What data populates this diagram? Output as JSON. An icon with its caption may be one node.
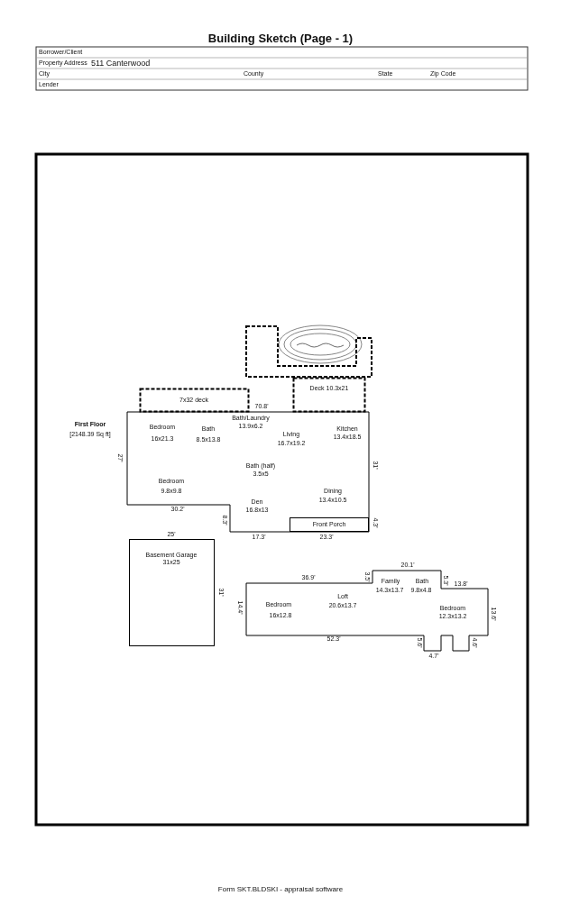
{
  "diagram": {
    "title": "Building Sketch (Page - 1)",
    "nodes": [
      {
        "text": [],
        "shape": "box"
      },
      {
        "text": [
          "7x32 deck"
        ]
      },
      {
        "text": [
          "Deck 10.3x21"
        ]
      },
      {
        "text": [
          "First Floor",
          "[2148.39 Sq ft]"
        ]
      },
      {
        "text": [
          "Front Porch"
        ],
        "in": 3
      },
      {
        "text": [
          "Basement Garage 31x25"
        ]
      },
      {
        "text": [],
        "shape": "box"
      }
    ],
    "edges": [],
    "labels": [
      "Borrower/Client",
      "Property Address",
      "511 Canterwood",
      "City",
      "County",
      "State",
      "Zip Code",
      "Lender",
      "70.8'",
      "Bath/Laundry",
      "13.9x6.2",
      "Bedroom",
      "16x21.3",
      "Bath",
      "8.5x13.8",
      "Kitchen",
      "13.4x18.5",
      "Living",
      "16.7x19.2",
      "27'",
      "31'",
      "Bath (half)",
      "3.5x5",
      "Bedroom",
      "9.8x9.8",
      "Dining",
      "13.4x10.5",
      "Den",
      "16.8x13",
      "30.2'",
      "8.3'",
      "4.3'",
      "17.3'",
      "23.3'",
      "25'",
      "20.1'",
      "36.9'",
      "3.5'",
      "Family",
      "14.3x13.7",
      "5.3'",
      "Bath",
      "9.8x4.8",
      "13.8'",
      "Loft",
      "20.6x13.7",
      "31'",
      "14.4'",
      "Bedroom",
      "16x12.8",
      "Bedroom",
      "12.3x13.2",
      "13.6'",
      "52.3'",
      "5.6'",
      "4.6'",
      "4.7'",
      "Form SKT.BLDSKI - appraisal software"
    ]
  }
}
